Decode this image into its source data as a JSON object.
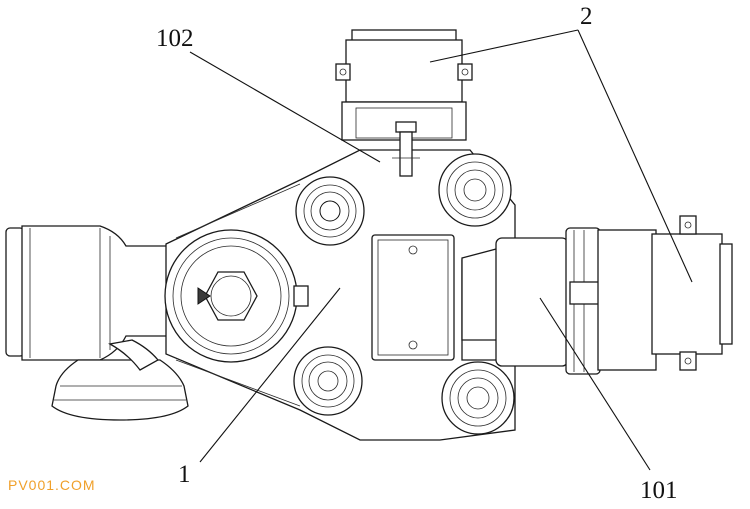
{
  "labels": {
    "label_102": "102",
    "label_2": "2",
    "label_1": "1",
    "label_101": "101"
  },
  "watermark": "PV001.COM",
  "colors": {
    "line": "#1a1a1a",
    "watermark": "#f0a02a",
    "background": "#ffffff"
  }
}
